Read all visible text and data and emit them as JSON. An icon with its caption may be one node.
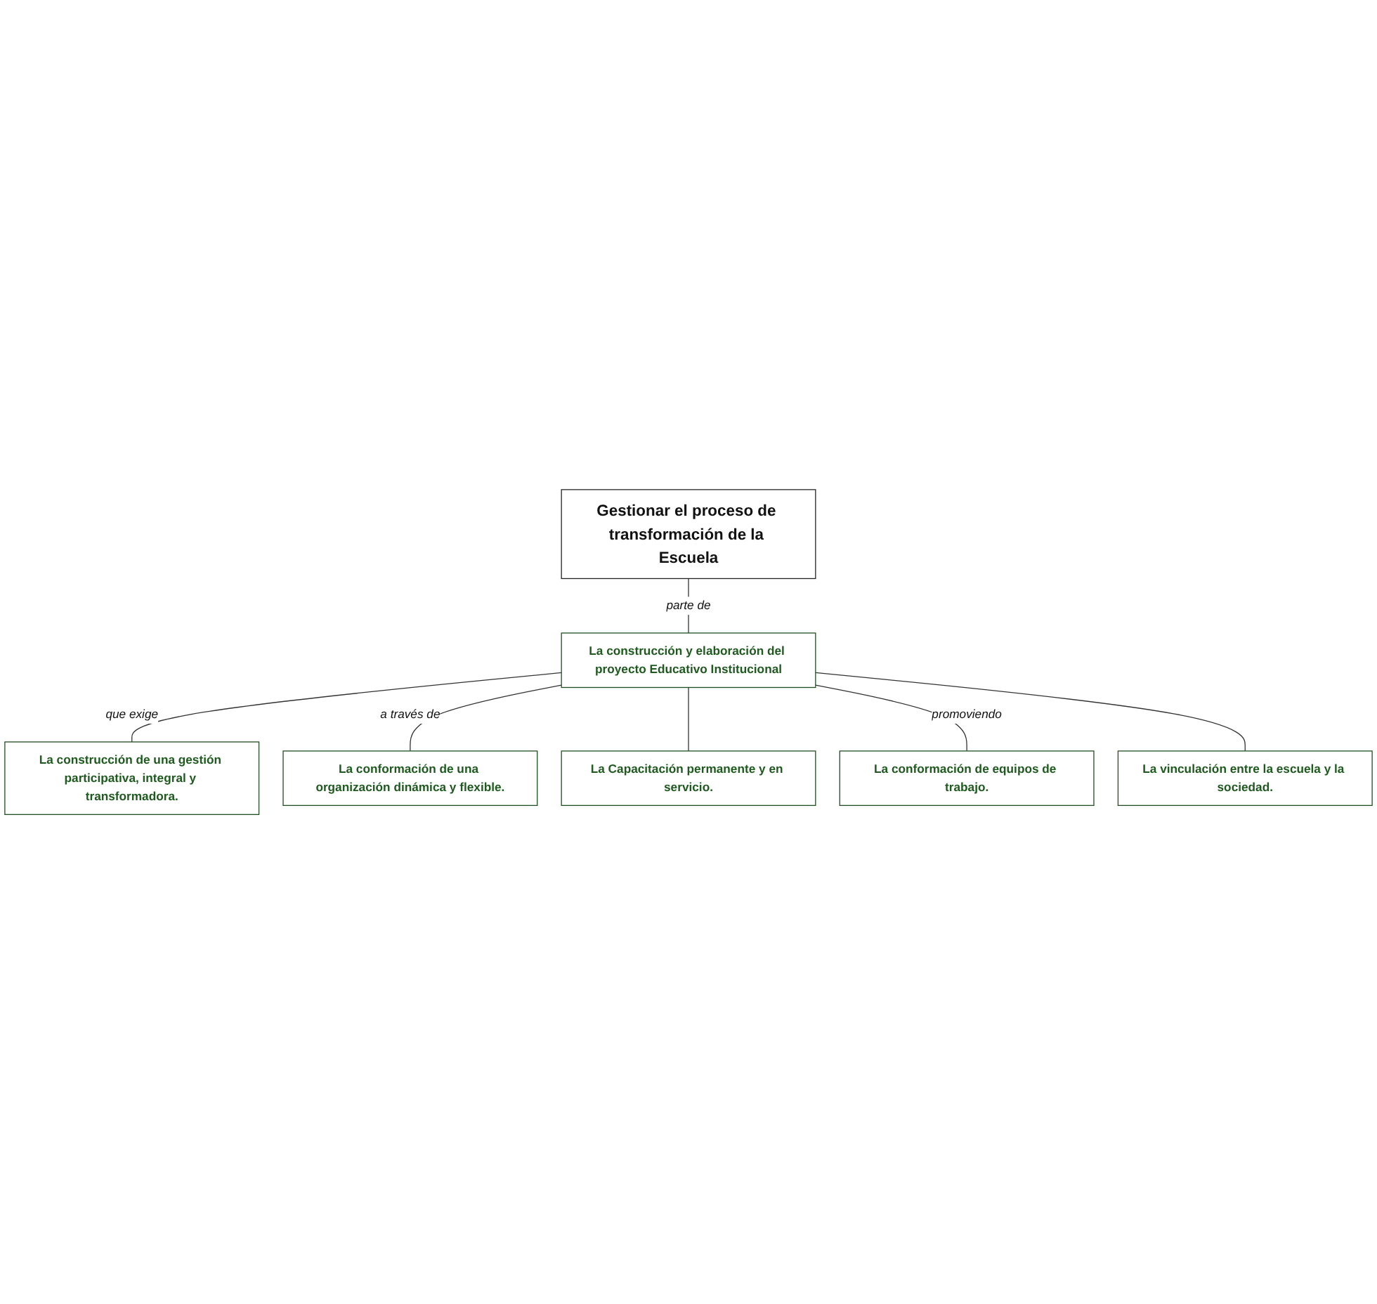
{
  "diagram": {
    "nodes": [
      {
        "text": [
          "Gestionar el proceso de transformación de la Escuela"
        ]
      },
      {
        "text": [
          "La construcción y elaboración del proyecto Educativo Institucional"
        ]
      },
      {
        "text": [
          "La construcción de una gestión participativa, integral y transformadora."
        ]
      },
      {
        "text": [
          "La conformación de una organización dinámica y flexible."
        ]
      },
      {
        "text": [
          "La Capacitación permanente y en servicio."
        ]
      },
      {
        "text": [
          "La conformación de equipos de trabajo."
        ]
      },
      {
        "text": [
          "La vinculación entre la escuela y la sociedad."
        ]
      }
    ],
    "edges": [
      {
        "from": 0,
        "to": 1,
        "arrow": "none",
        "label": "parte de"
      },
      {
        "from": 1,
        "to": 2,
        "arrow": "none",
        "label": "que exige"
      },
      {
        "from": 1,
        "to": 3,
        "arrow": "none",
        "label": "a través de"
      },
      {
        "from": 1,
        "to": 4,
        "arrow": "none"
      },
      {
        "from": 1,
        "to": 5,
        "arrow": "none",
        "label": "promoviendo"
      },
      {
        "from": 1,
        "to": 6,
        "arrow": "none"
      }
    ]
  }
}
